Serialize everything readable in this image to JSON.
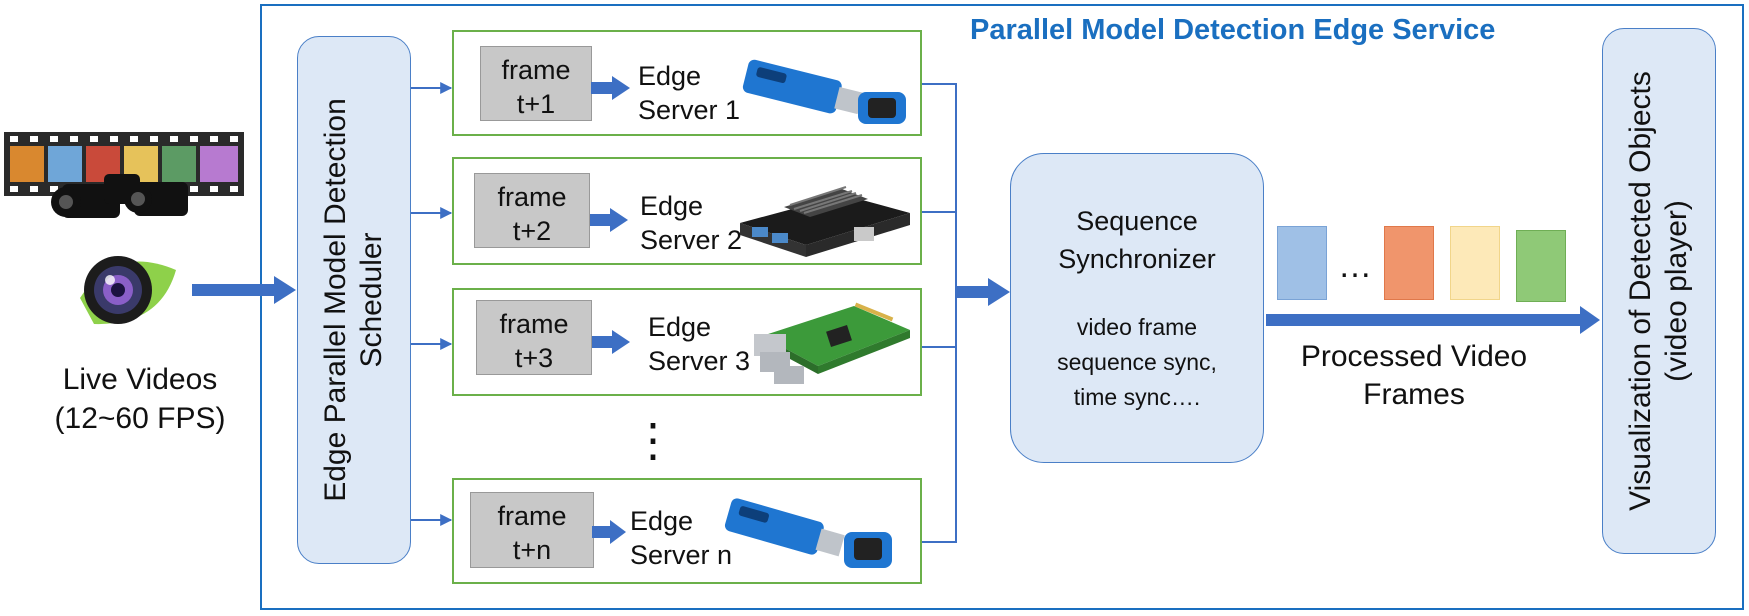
{
  "title": "Parallel Model Detection Edge Service",
  "live_videos": {
    "line1": "Live Videos",
    "line2": "(12~60 FPS)"
  },
  "scheduler": {
    "line1": "Edge Parallel Model Detection",
    "line2": "Scheduler"
  },
  "servers": [
    {
      "frame_top": "frame",
      "frame_bottom": "t+1",
      "label1": "Edge",
      "label2": "Server 1",
      "device": "usb-stick-icon"
    },
    {
      "frame_top": "frame",
      "frame_bottom": "t+2",
      "label1": "Edge",
      "label2": "Server 2",
      "device": "dev-board-icon"
    },
    {
      "frame_top": "frame",
      "frame_bottom": "t+3",
      "label1": "Edge",
      "label2": "Server 3",
      "device": "raspberry-pi-icon"
    },
    {
      "frame_top": "frame",
      "frame_bottom": "t+n",
      "label1": "Edge",
      "label2": "Server n",
      "device": "usb-stick-icon"
    }
  ],
  "ellipsis_vertical": "⋮",
  "synchronizer": {
    "title1": "Sequence",
    "title2": "Synchronizer",
    "desc1": "video frame",
    "desc2": "sequence sync,",
    "desc3": "time sync…."
  },
  "processed": {
    "line1": "Processed Video",
    "line2": "Frames",
    "ellipsis": "…"
  },
  "frame_colors": [
    "#9fc0e6",
    "#f0956c",
    "#fde9b8",
    "#8fc977"
  ],
  "visualization": {
    "line1": "Visualization of Detected Objects",
    "line2": "(video player)"
  },
  "colors": {
    "accent": "#1a6fc0",
    "arrow": "#3d6fc4",
    "row_border": "#6bb04a",
    "panel_fill": "#dde8f6"
  }
}
